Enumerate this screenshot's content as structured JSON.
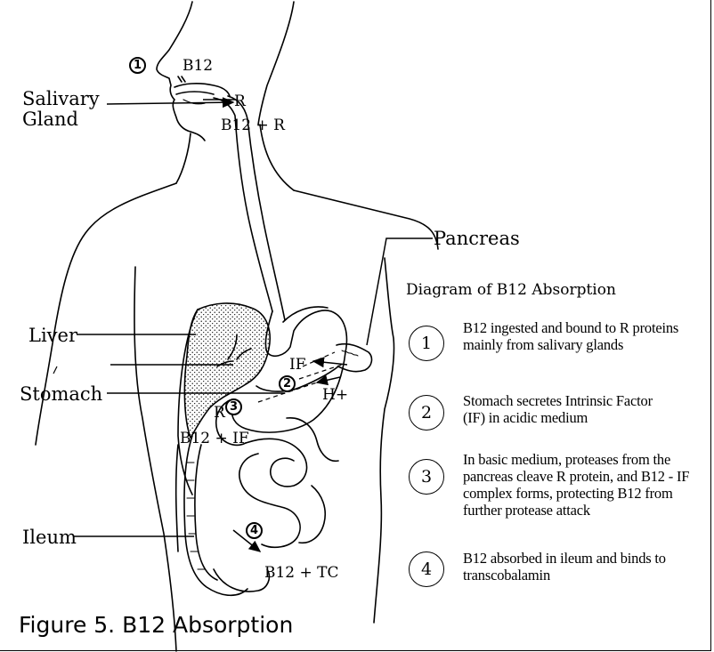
{
  "organs": {
    "salivary_gland": "Salivary\nGland",
    "pancreas": "Pancreas",
    "liver": "Liver",
    "stomach": "Stomach",
    "ileum": "Ileum"
  },
  "molecules": {
    "b12_top": "B12",
    "r_top": "R",
    "b12_r": "B12 + R",
    "if": "IF",
    "h_plus": "H+",
    "r_stomach": "R",
    "b12_if": "B12 + IF",
    "b12_tc": "B12 + TC"
  },
  "badges": [
    "1",
    "2",
    "3",
    "4"
  ],
  "legend": {
    "title": "Diagram of B12 Absorption",
    "steps": [
      {
        "num": "1",
        "text": "B12 ingested and bound to R proteins mainly from salivary glands"
      },
      {
        "num": "2",
        "text": "Stomach secretes Intrinsic Factor (IF) in acidic medium"
      },
      {
        "num": "3",
        "text": "In basic medium, proteases from the pancreas cleave R protein, and B12 - IF complex forms, protecting B12 from further protease attack"
      },
      {
        "num": "4",
        "text": "B12 absorbed in ileum and binds to transcobalamin"
      }
    ]
  },
  "caption": "Figure 5. B12 Absorption"
}
